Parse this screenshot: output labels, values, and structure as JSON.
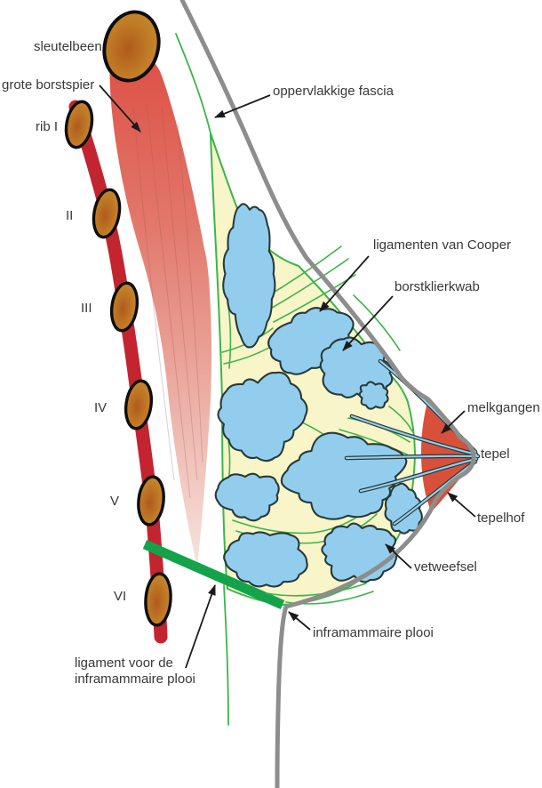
{
  "labels": {
    "sleutelbeen": "sleutelbeen",
    "grote_borstspier": "grote borstspier",
    "rib_1": "rib I",
    "rib_2": "II",
    "rib_3": "III",
    "rib_4": "IV",
    "rib_5": "V",
    "rib_6": "VI",
    "oppervlakkige_fascia": "oppervlakkige fascia",
    "ligamenten_van_cooper": "ligamenten van Cooper",
    "borstklierkwab": "borstklierkwab",
    "melkgangen": "melkgangen",
    "tepel": "tepel",
    "tepelhof": "tepelhof",
    "vetweefsel": "vetweefsel",
    "inframammaire_plooi": "inframammaire plooi",
    "ligament_inframammaire_plooi": "ligament voor de inframammaire plooi"
  },
  "colors": {
    "skin": "#8d8d8d",
    "fascia_green": "#3cb54a",
    "ligament_green": "#12a34b",
    "fat_yellow": "#f8f5c9",
    "gland_blue": "#93cdee",
    "gland_outline": "#273b38",
    "bone_orange": "#c9902f",
    "bone_core": "#b05a1e",
    "rib_red": "#c22530",
    "muscle_red": "#dd4d42",
    "muscle_pale": "#f6e4de",
    "areola_red": "#d9503a",
    "text": "#383838",
    "arrow": "#1a1a1a"
  }
}
